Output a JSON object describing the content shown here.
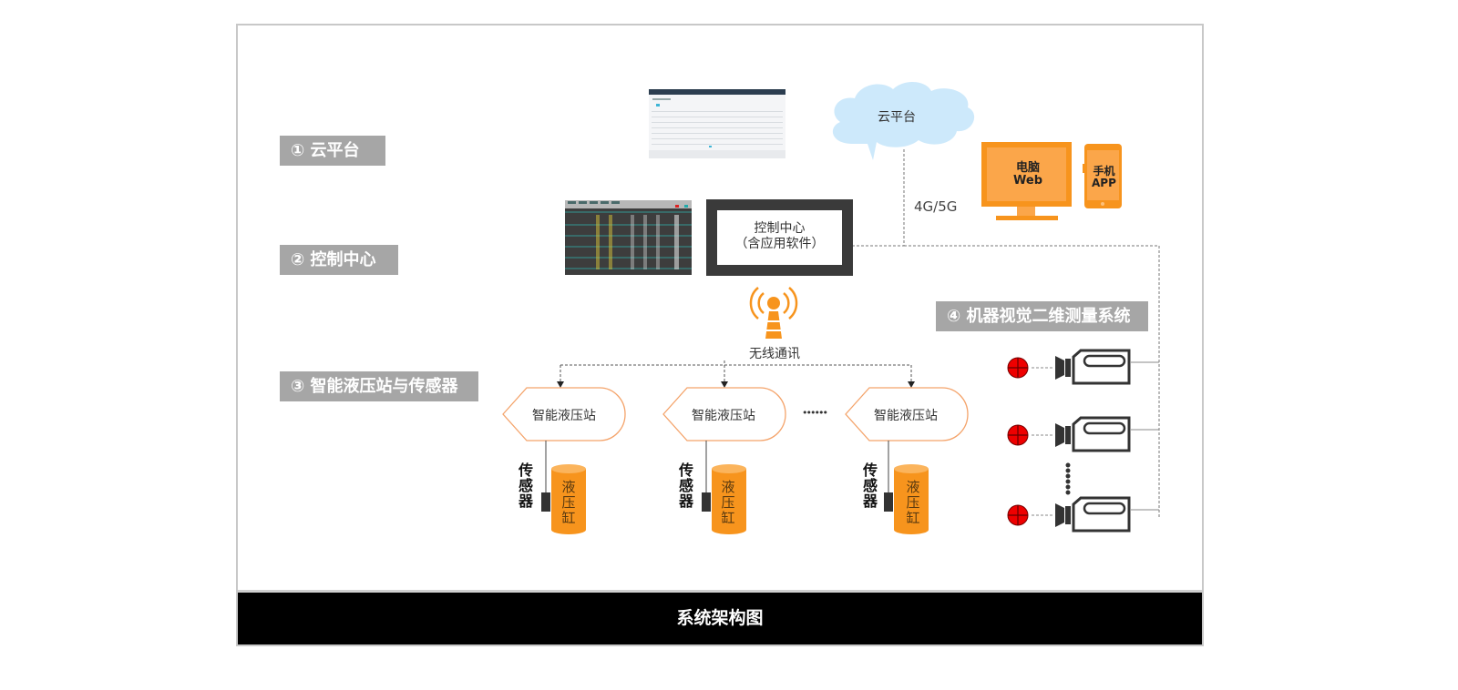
{
  "figure": {
    "caption": "系统架构图"
  },
  "sections": [
    {
      "label": "① 云平台"
    },
    {
      "label": "② 控制中心"
    },
    {
      "label": "③ 智能液压站与传感器"
    },
    {
      "label": "④ 机器视觉二维测量系统"
    }
  ],
  "cloud": {
    "label": "云平台",
    "color": "#cde9fb"
  },
  "network": {
    "label": "4G/5G"
  },
  "clients": {
    "pc": {
      "line1": "电脑",
      "line2": "Web"
    },
    "phone": {
      "line1": "手机",
      "line2": "APP"
    },
    "color": "#f7941d"
  },
  "control_center": {
    "line1": "控制中心",
    "line2": "（含应用软件）"
  },
  "wireless": {
    "label": "无线通讯",
    "color": "#f7941d"
  },
  "stations": [
    {
      "label": "智能液压站",
      "sensor_label": "传感器",
      "cylinder_label": "液压缸"
    },
    {
      "label": "智能液压站",
      "sensor_label": "传感器",
      "cylinder_label": "液压缸"
    },
    {
      "label": "智能液压站",
      "sensor_label": "传感器",
      "cylinder_label": "液压缸"
    }
  ],
  "ellipsis": "••••••",
  "cameras": {
    "count_shown": 3,
    "target_color": "#ee0000"
  }
}
